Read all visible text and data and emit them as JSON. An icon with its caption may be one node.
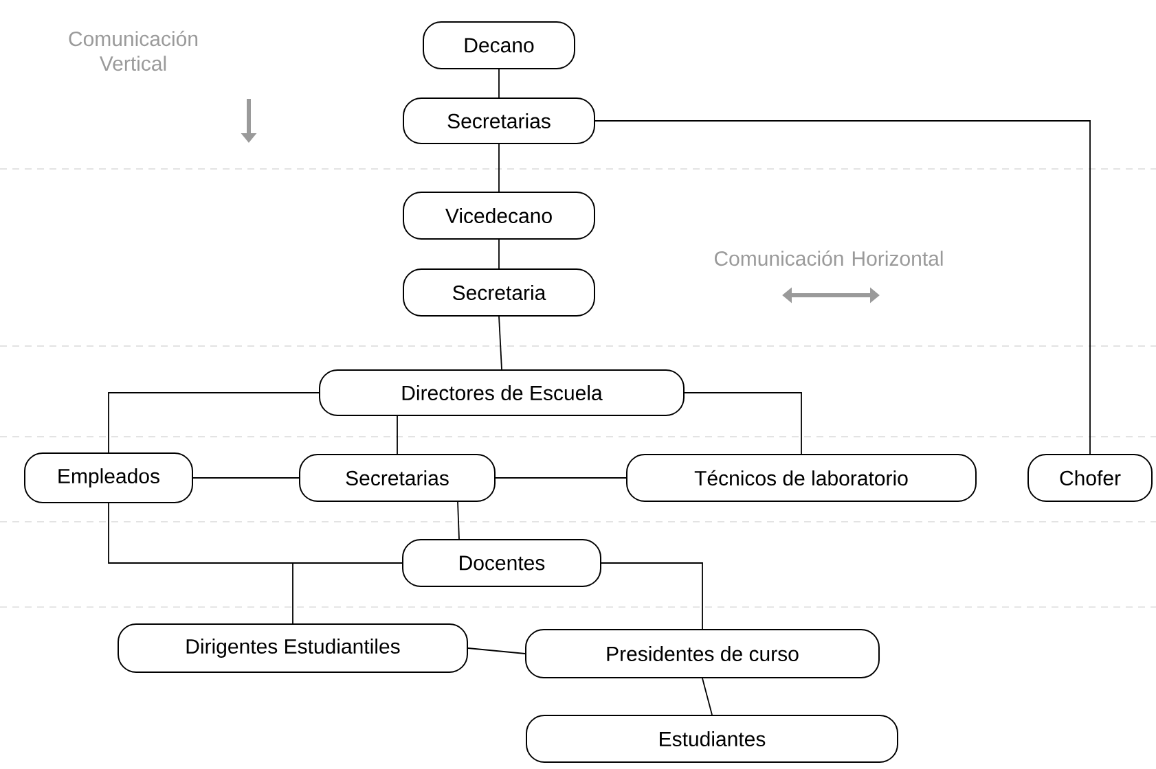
{
  "diagram": {
    "nodes": [
      {
        "text": [
          "Decano"
        ]
      },
      {
        "text": [
          "Secretarias"
        ]
      },
      {
        "text": [
          "Vicedecano"
        ]
      },
      {
        "text": [
          "Secretaria"
        ]
      },
      {
        "text": [
          "Directores de Escuela"
        ]
      },
      {
        "text": [
          "Empleados"
        ]
      },
      {
        "text": [
          "Secretarias"
        ]
      },
      {
        "text": [
          "Técnicos de laboratorio"
        ]
      },
      {
        "text": [
          "Chofer"
        ]
      },
      {
        "text": [
          "Docentes"
        ]
      },
      {
        "text": [
          "Dirigentes Estudiantiles"
        ]
      },
      {
        "text": [
          "Presidentes de curso"
        ]
      },
      {
        "text": [
          "Estudiantes"
        ]
      }
    ],
    "edges": [
      {
        "from": 0,
        "to": 1,
        "arrow": "none"
      },
      {
        "from": 1,
        "to": 2,
        "arrow": "none"
      },
      {
        "from": 1,
        "to": 8,
        "arrow": "none"
      },
      {
        "from": 2,
        "to": 3,
        "arrow": "none"
      },
      {
        "from": 3,
        "to": 4,
        "arrow": "none"
      },
      {
        "from": 4,
        "to": 5,
        "arrow": "none"
      },
      {
        "from": 4,
        "to": 6,
        "arrow": "none"
      },
      {
        "from": 4,
        "to": 7,
        "arrow": "none"
      },
      {
        "from": 5,
        "to": 6,
        "arrow": "none"
      },
      {
        "from": 6,
        "to": 7,
        "arrow": "none"
      },
      {
        "from": 5,
        "to": 9,
        "arrow": "none"
      },
      {
        "from": 6,
        "to": 9,
        "arrow": "none"
      },
      {
        "from": 9,
        "to": 10,
        "arrow": "none"
      },
      {
        "from": 9,
        "to": 11,
        "arrow": "none"
      },
      {
        "from": 10,
        "to": 11,
        "arrow": "none"
      },
      {
        "from": 11,
        "to": 12,
        "arrow": "none"
      }
    ],
    "labels": [
      "Comunicación Vertical",
      "Comunicación Horizontal"
    ]
  }
}
